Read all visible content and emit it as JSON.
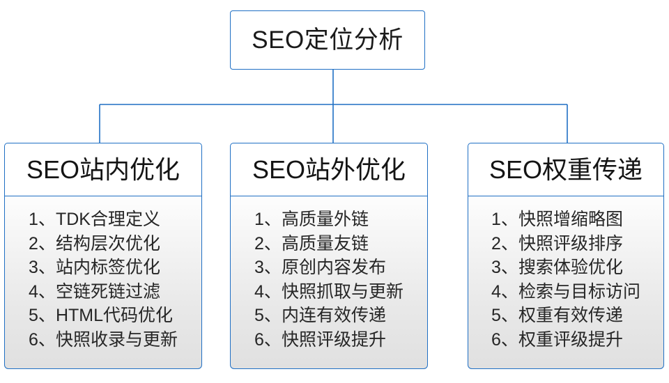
{
  "diagram": {
    "type": "org-chart",
    "root": {
      "label": "SEO定位分析"
    },
    "accent_color": "#1f6fc4",
    "text_color": "#1a1a1a",
    "body_fill_top": "#fdfdfd",
    "body_fill_bottom": "#e0e0e0",
    "columns": [
      {
        "header": "SEO站内优化",
        "items": [
          {
            "num": "1、",
            "text": "TDK合理定义"
          },
          {
            "num": "2、",
            "text": "结构层次优化"
          },
          {
            "num": "3、",
            "text": "站内标签优化"
          },
          {
            "num": "4、",
            "text": "空链死链过滤"
          },
          {
            "num": "5、",
            "text": "HTML代码优化"
          },
          {
            "num": "6、",
            "text": "快照收录与更新"
          }
        ]
      },
      {
        "header": "SEO站外优化",
        "items": [
          {
            "num": "1、",
            "text": "高质量外链"
          },
          {
            "num": "2、",
            "text": "高质量友链"
          },
          {
            "num": "3、",
            "text": "原创内容发布"
          },
          {
            "num": "4、",
            "text": "快照抓取与更新"
          },
          {
            "num": "5、",
            "text": "内连有效传递"
          },
          {
            "num": "6、",
            "text": "快照评级提升"
          }
        ]
      },
      {
        "header": "SEO权重传递",
        "items": [
          {
            "num": "1、",
            "text": "快照增缩略图"
          },
          {
            "num": "2、",
            "text": "快照评级排序"
          },
          {
            "num": "3、",
            "text": "搜索体验优化"
          },
          {
            "num": "4、",
            "text": "检索与目标访问"
          },
          {
            "num": "5、",
            "text": "权重有效传递"
          },
          {
            "num": "6、",
            "text": "权重评级提升"
          }
        ]
      }
    ]
  }
}
